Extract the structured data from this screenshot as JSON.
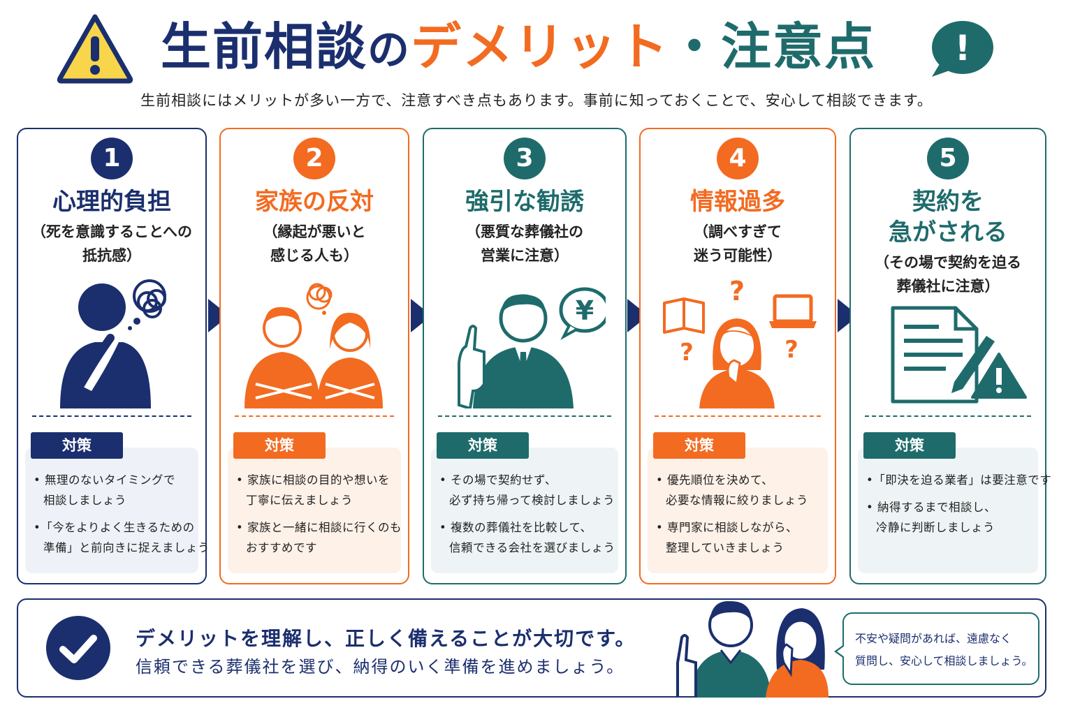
{
  "header": {
    "title_part1": "生前相談",
    "title_part2": "の",
    "title_part3": "デメリット",
    "title_part4": "・注意点",
    "bubble_mark": "!",
    "subtitle": "生前相談にはメリットが多い一方で、注意すべき点もあります。事前に知っておくことで、安心して相談できます。"
  },
  "colors": {
    "navy": "#1b2f6e",
    "orange": "#f26b21",
    "teal": "#1f6b6c"
  },
  "cards": [
    {
      "number": "1",
      "color": "navy",
      "title_lines": [
        "心理的負担"
      ],
      "sub_lines": [
        "（死を意識することへの",
        "抵抗感）"
      ],
      "icon": "thinking-person-icon",
      "tag": "対策",
      "tips": [
        {
          "l1": "• 無理のないタイミングで",
          "l2": "相談しましょう"
        },
        {
          "l1": "•「今をよりよく生きるための",
          "l2": "準備」と前向きに捉えましょう"
        }
      ]
    },
    {
      "number": "2",
      "color": "orange",
      "title_lines": [
        "家族の反対"
      ],
      "sub_lines": [
        "（縁起が悪いと",
        "感じる人も）"
      ],
      "icon": "arguing-couple-icon",
      "tag": "対策",
      "tips": [
        {
          "l1": "• 家族に相談の目的や想いを",
          "l2": "丁寧に伝えましょう"
        },
        {
          "l1": "• 家族と一緒に相談に行くのも",
          "l2": "おすすめです"
        }
      ]
    },
    {
      "number": "3",
      "color": "teal",
      "title_lines": [
        "強引な勧誘"
      ],
      "sub_lines": [
        "（悪質な葬儀社の",
        "営業に注意）"
      ],
      "icon": "salesman-yen-icon",
      "yen": "¥",
      "tag": "対策",
      "tips": [
        {
          "l1": "• その場で契約せず、",
          "l2": "必ず持ち帰って検討しましょう"
        },
        {
          "l1": "• 複数の葬儀社を比較して、",
          "l2": "信頼できる会社を選びましょう"
        }
      ]
    },
    {
      "number": "4",
      "color": "orange",
      "title_lines": [
        "情報過多"
      ],
      "sub_lines": [
        "（調べすぎて",
        "迷う可能性）"
      ],
      "icon": "confused-woman-icon",
      "tag": "対策",
      "tips": [
        {
          "l1": "• 優先順位を決めて、",
          "l2": "必要な情報に絞りましょう"
        },
        {
          "l1": "• 専門家に相談しながら、",
          "l2": "整理していきましょう"
        }
      ]
    },
    {
      "number": "5",
      "color": "teal",
      "title_lines": [
        "契約を",
        "急がされる"
      ],
      "sub_lines": [
        "（その場で契約を迫る",
        "葬儀社に注意）"
      ],
      "icon": "contract-warning-icon",
      "tag": "対策",
      "tips": [
        {
          "l1": "•「即決を迫る業者」は要注意です",
          "l2": ""
        },
        {
          "l1": "• 納得するまで相談し、",
          "l2": "冷静に判断しましょう"
        }
      ]
    }
  ],
  "bottom": {
    "line1": "デメリットを理解し、正しく備えることが大切です。",
    "line2": "信頼できる葬儀社を選び、納得のいく準備を進めましょう。",
    "speech_line1": "不安や疑問があれば、遠慮なく",
    "speech_line2": "質問し、安心して相談しましょう。"
  }
}
